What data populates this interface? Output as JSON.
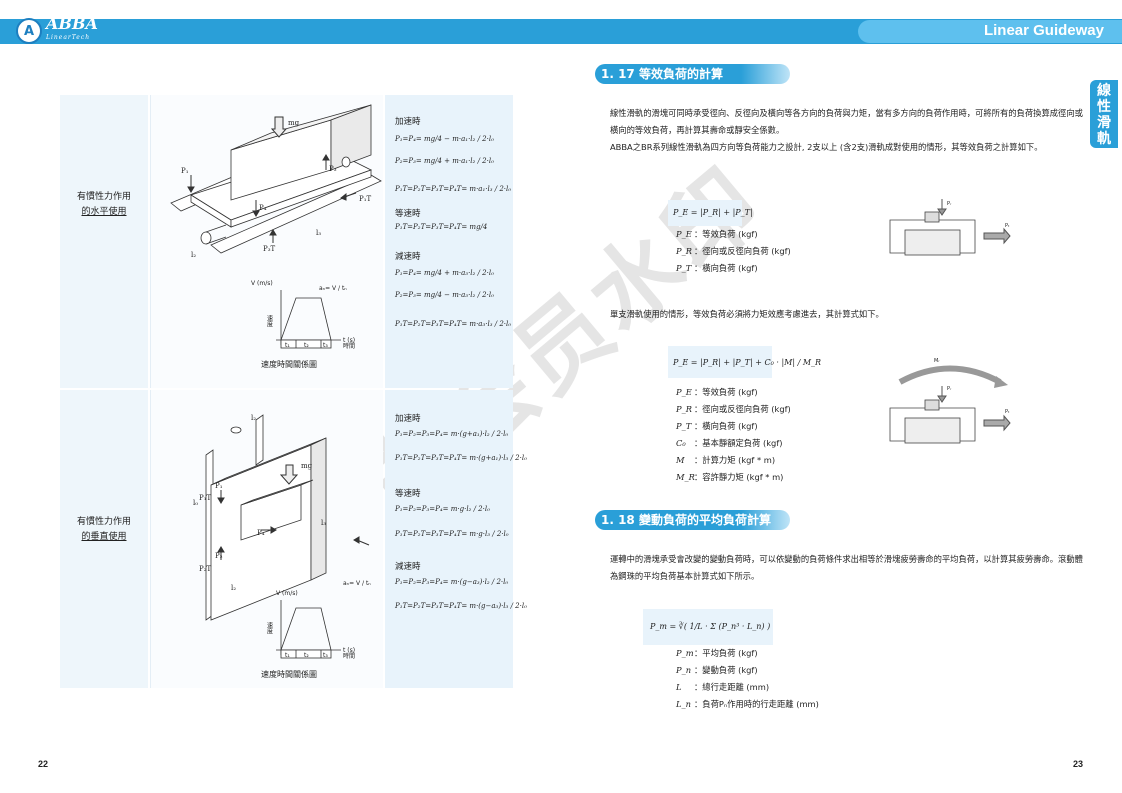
{
  "header": {
    "logo_mark": "A",
    "logo_name": "ABBA",
    "logo_sub": "LinearTech",
    "title": "Linear Guideway",
    "side_tab": "線性滑軌"
  },
  "left": {
    "page_number": "22",
    "panel1": {
      "label_line1": "有慣性力作用",
      "label_line2": "的水平使用",
      "chart_caption": "速度時間關係圖",
      "accel_heading": "加速時",
      "const_heading": "等速時",
      "decel_heading": "減速時",
      "accel_f1": "P₁=P₄= mg/4 − m·a₁·l₂ / 2·l₀",
      "accel_f2": "P₂=P₃= mg/4 + m·a₁·l₂ / 2·l₀",
      "accel_f3": "P₁T=P₂T=P₃T=P₄T= m·a₁·l₃ / 2·l₀",
      "const_f1": "P₁T=P₂T=P₃T=P₄T= mg/4",
      "decel_f1": "P₁=P₄= mg/4 + m·a₃·l₂ / 2·l₀",
      "decel_f2": "P₂=P₃= mg/4 − m·a₃·l₂ / 2·l₀",
      "decel_f3": "P₁T=P₂T=P₃T=P₄T= m·a₃·l₃ / 2·l₀",
      "axis_v": "V (m/s)",
      "axis_t": "t (s)",
      "axis_t2": "時間",
      "axis_speed": "速度",
      "accel_def": "aₙ= V / tₙ",
      "seg1": "t₁",
      "seg2": "t₂",
      "seg3": "t₃",
      "mg": "mg"
    },
    "panel2": {
      "label_line1": "有慣性力作用",
      "label_line2": "的垂直使用",
      "chart_caption": "速度時間關係圖",
      "accel_heading": "加速時",
      "const_heading": "等速時",
      "decel_heading": "減速時",
      "accel_f1": "P₁=P₂=P₃=P₄= m·(g+a₁)·l₂ / 2·l₀",
      "accel_f2": "P₁T=P₂T=P₃T=P₄T= m·(g+a₁)·l₃ / 2·l₀",
      "const_f1": "P₁=P₂=P₃=P₄= m·g·l₂ / 2·l₀",
      "const_f2": "P₁T=P₂T=P₃T=P₄T= m·g·l₃ / 2·l₀",
      "decel_f1": "P₁=P₂=P₃=P₄= m·(g−a₃)·l₂ / 2·l₀",
      "decel_f2": "P₁T=P₂T=P₃T=P₄T= m·(g−a₃)·l₃ / 2·l₀",
      "axis_v": "V (m/s)",
      "axis_t": "t (s)",
      "axis_t2": "時間",
      "axis_speed": "速度",
      "accel_def": "aₙ= V / tₙ",
      "seg1": "t₁",
      "seg2": "t₂",
      "seg3": "t₃",
      "mg": "mg"
    }
  },
  "right": {
    "page_number": "23",
    "sec117_title": "1. 17  等效負荷的計算",
    "sec117_p1": "線性滑軌的滑塊可同時承受徑向、反徑向及橫向等各方向的負荷與力矩，當有多方向的負荷作用時，可將所有的負荷換算成徑向或橫向的等效負荷，再計算其壽命或靜安全係數。",
    "sec117_p2": "ABBA之BR系列線性滑軌為四方向等負荷能力之設計, 2支以上 (含2支)滑軌成對使用的情形，其等效負荷之計算如下。",
    "formula1": "P_E = |P_R| + |P_T|",
    "defs1": [
      {
        "sym": "P_E",
        "text": "：等效負荷 (kgf)"
      },
      {
        "sym": "P_R",
        "text": "：徑向或反徑向負荷 (kgf)"
      },
      {
        "sym": "P_T",
        "text": "：橫向負荷 (kgf)"
      }
    ],
    "sec117_p3": "單支滑軌使用的情形，等效負荷必須將力矩效應考慮進去，其計算式如下。",
    "formula2": "P_E = |P_R| + |P_T| + C₀ · |M| / M_R",
    "defs2": [
      {
        "sym": "P_E",
        "text": "：等效負荷 (kgf)"
      },
      {
        "sym": "P_R",
        "text": "：徑向或反徑向負荷 (kgf)"
      },
      {
        "sym": "P_T",
        "text": "：橫向負荷 (kgf)"
      },
      {
        "sym": "C₀",
        "text": "：基本靜額定負荷 (kgf)"
      },
      {
        "sym": "M",
        "text": "：計算力矩 (kgf * m)"
      },
      {
        "sym": "M_R",
        "text": "：容許靜力矩 (kgf * m)"
      }
    ],
    "diagram_pr": "Pᵣ",
    "diagram_pt": "Pₜ",
    "diagram_mr": "Mᵣ",
    "sec118_title": "1. 18  變動負荷的平均負荷計算",
    "sec118_p1": "運轉中的滑塊承受會改變的變動負荷時，可以依變動的負荷條件求出相等於滑塊疲勞壽命的平均負荷，以計算其疲勞壽命。滾動體為鋼珠的平均負荷基本計算式如下所示。",
    "formula3": "P_m = ∛( 1/L · Σ (P_n³ · L_n) )",
    "defs3": [
      {
        "sym": "P_m",
        "text": "：平均負荷 (kgf)"
      },
      {
        "sym": "P_n",
        "text": "：變動負荷 (kgf)"
      },
      {
        "sym": "L",
        "text": "：總行走距離 (mm)"
      },
      {
        "sym": "L_n",
        "text": "：負荷Pₙ作用時的行走距離 (mm)"
      }
    ]
  },
  "watermark": "非会员水印"
}
